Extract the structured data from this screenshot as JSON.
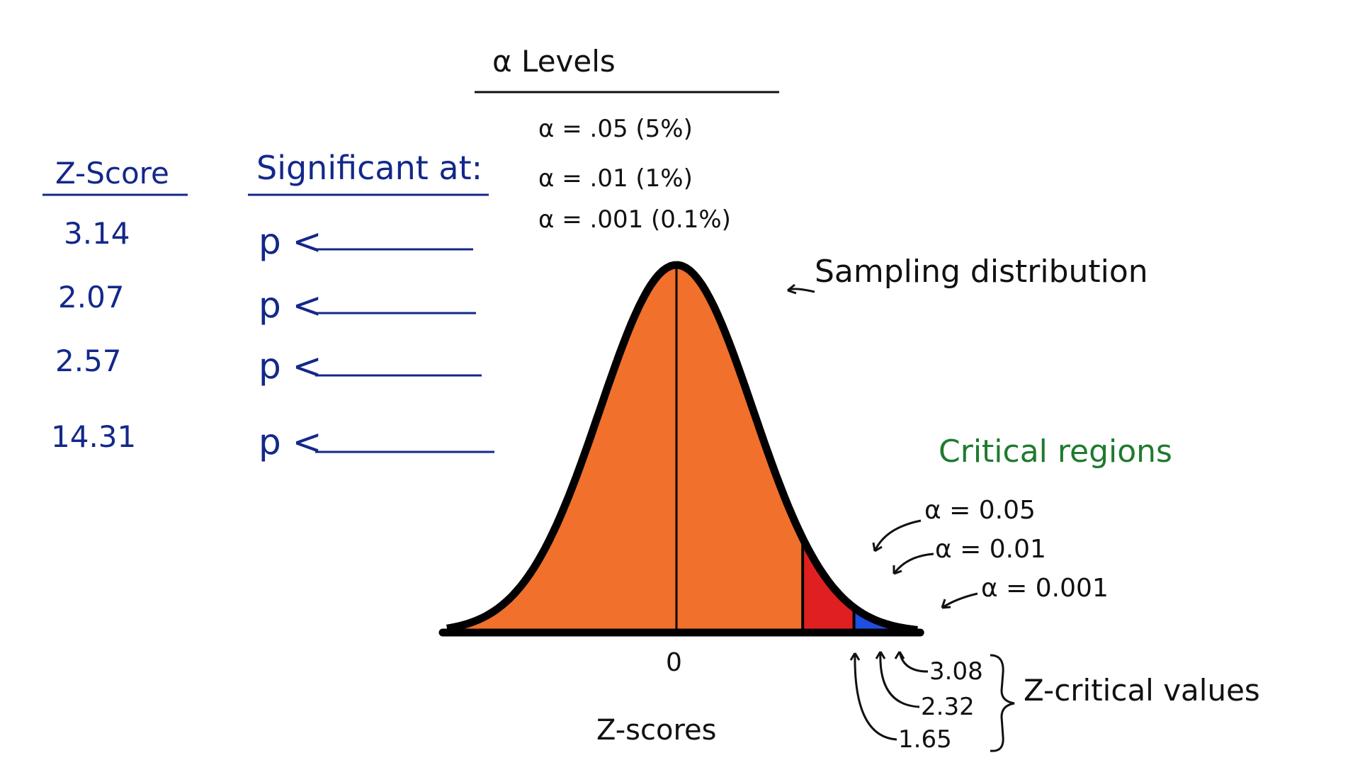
{
  "alpha_panel": {
    "title": "α Levels",
    "levels": [
      "α = .05 (5%)",
      "α = .01 (1%)",
      "α = .001 (0.1%)"
    ]
  },
  "exercise": {
    "zscore_header": "Z-Score",
    "significant_header": "Significant at:",
    "rows": [
      {
        "z": "3.14",
        "p": "p <"
      },
      {
        "z": "2.07",
        "p": "p <"
      },
      {
        "z": "2.57",
        "p": "p <"
      },
      {
        "z": "14.31",
        "p": "p <"
      }
    ]
  },
  "diagram": {
    "curve_label": "Sampling distribution",
    "critical_regions_title": "Critical regions",
    "region_labels": [
      "α = 0.05",
      "α = 0.01",
      "α = 0.001"
    ],
    "center_tick": "0",
    "x_label": "Z-scores",
    "critical_values": [
      "3.08",
      "2.32",
      "1.65"
    ],
    "critical_values_label": "Z-critical values",
    "colors": {
      "body": "#f0702c",
      "alpha_05": "#e02020",
      "alpha_01": "#1f4fe0",
      "alpha_001": "#3fd13f",
      "outline": "#000000"
    },
    "critical_z": {
      "alpha_05": 1.65,
      "alpha_01": 2.32,
      "alpha_001": 3.08
    }
  }
}
